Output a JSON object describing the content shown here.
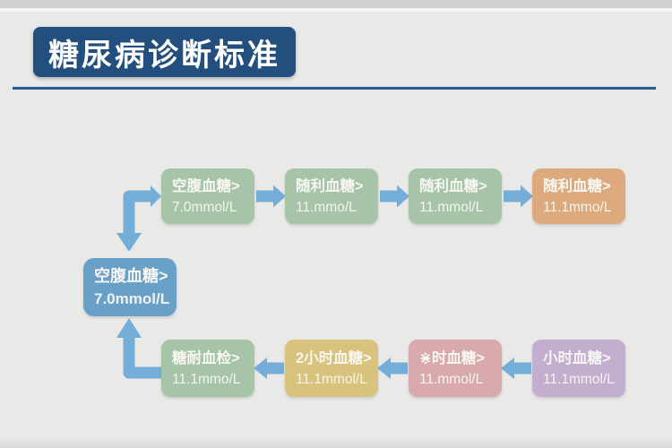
{
  "header": {
    "title": "糖尿病诊断标准"
  },
  "colors": {
    "background": "#e9e9e8",
    "title_bar": "#234f7e",
    "divider": "#2a5c8e",
    "arrow": "#74aed8",
    "node_green": "#a7c4a9",
    "node_orange": "#ddaa7d",
    "node_yellow": "#d8c37c",
    "node_pink": "#d9aaad",
    "node_purple": "#c3aed0",
    "node_blue": "#68a0c8",
    "node_text": "#f7f6f2"
  },
  "flow": {
    "top": [
      {
        "label": "空腹血糖>",
        "value": "7.0mmol/L"
      },
      {
        "label": "随利血糖>",
        "value": "11.mmo/L"
      },
      {
        "label": "随利血糖>",
        "value": "11.mmol/L"
      },
      {
        "label": "随利血糖>",
        "value": "11.1mmo/L"
      }
    ],
    "center": {
      "label": "空腹血糖>",
      "value": "7.0mmol/L"
    },
    "bottom": [
      {
        "label": "糖耐血检>",
        "value": "11.1mmo/L"
      },
      {
        "label": "2小时血糖>",
        "value": "11.1mmol/L"
      },
      {
        "label": "⋇时血糖>",
        "value": "11.mmol/L"
      },
      {
        "label": "小时血糖>",
        "value": "11.1mmol/L"
      }
    ]
  }
}
